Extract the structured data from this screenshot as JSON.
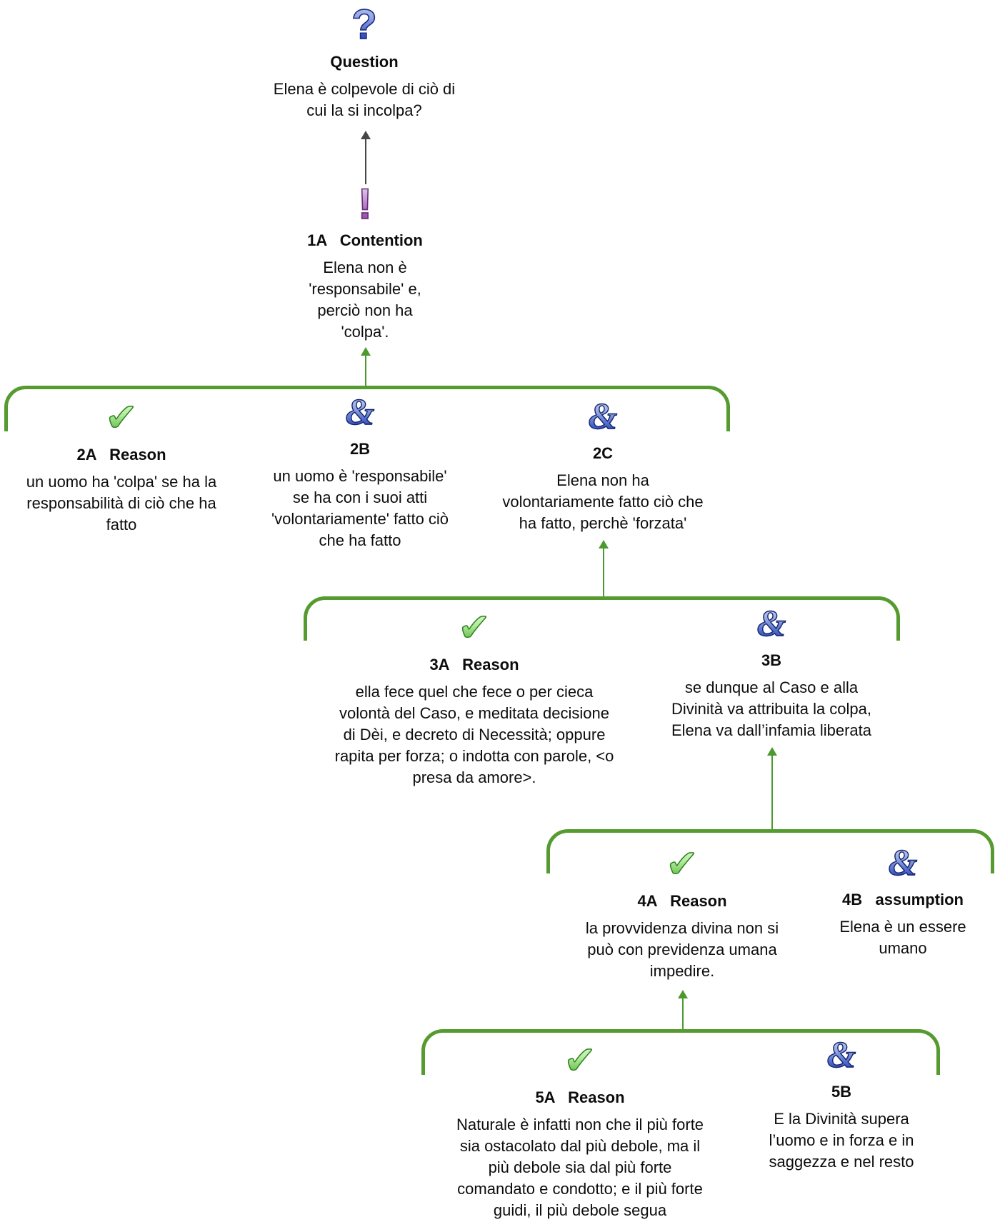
{
  "colors": {
    "bracket_green": "#559b30",
    "arrow_green": "#4c9930",
    "arrow_gray": "#474747",
    "question_icon_blue": "#3a53bd",
    "contention_icon_purple": "#9c55ab",
    "reason_icon_green": "#55b13c",
    "and_icon_blue": "#3d58c2",
    "text": "#0d0d0d"
  },
  "icons": {
    "question": "?",
    "contention": "!",
    "reason": "✔",
    "and": "&"
  },
  "nodes": {
    "question": {
      "label": "Question",
      "text": "Elena è colpevole di ciò di\ncui la si incolpa?"
    },
    "contention": {
      "label": "1A   Contention",
      "text": "Elena non è\n'responsabile' e,\nperciò non ha\n'colpa'."
    },
    "r2a": {
      "label": "2A   Reason",
      "text": "un uomo ha 'colpa' se ha la\nresponsabilità di ciò che ha\nfatto"
    },
    "r2b": {
      "label": "2B",
      "text": "un uomo è 'responsabile'\nse ha con i suoi atti\n'volontariamente' fatto ciò\nche ha fatto"
    },
    "r2c": {
      "label": "2C",
      "text": "Elena non ha\nvolontariamente fatto ciò che\nha fatto, perchè 'forzata'"
    },
    "r3a": {
      "label": "3A   Reason",
      "text": "ella fece quel che fece o per cieca\nvolontà del Caso, e meditata decisione\ndi Dèi, e decreto di Necessità; oppure\nrapita per forza; o indotta con parole, <o\npresa da amore>."
    },
    "r3b": {
      "label": "3B",
      "text": "se dunque al Caso e alla\nDivinità va attribuita la colpa,\nElena va dall’infamia liberata"
    },
    "r4a": {
      "label": "4A   Reason",
      "text": "la provvidenza divina non si\npuò con previdenza umana\nimpedire."
    },
    "r4b": {
      "label": "4B   assumption",
      "text": "Elena è un essere\numano"
    },
    "r5a": {
      "label": "5A   Reason",
      "text": "Naturale è infatti non che il più forte\nsia ostacolato dal più debole, ma il\npiù debole sia dal più forte\ncomandato e condotto; e il più forte\nguidi, il più debole segua"
    },
    "r5b": {
      "label": "5B",
      "text": "E la Divinità supera\nl’uomo e in forza e in\nsaggezza e nel resto"
    }
  }
}
